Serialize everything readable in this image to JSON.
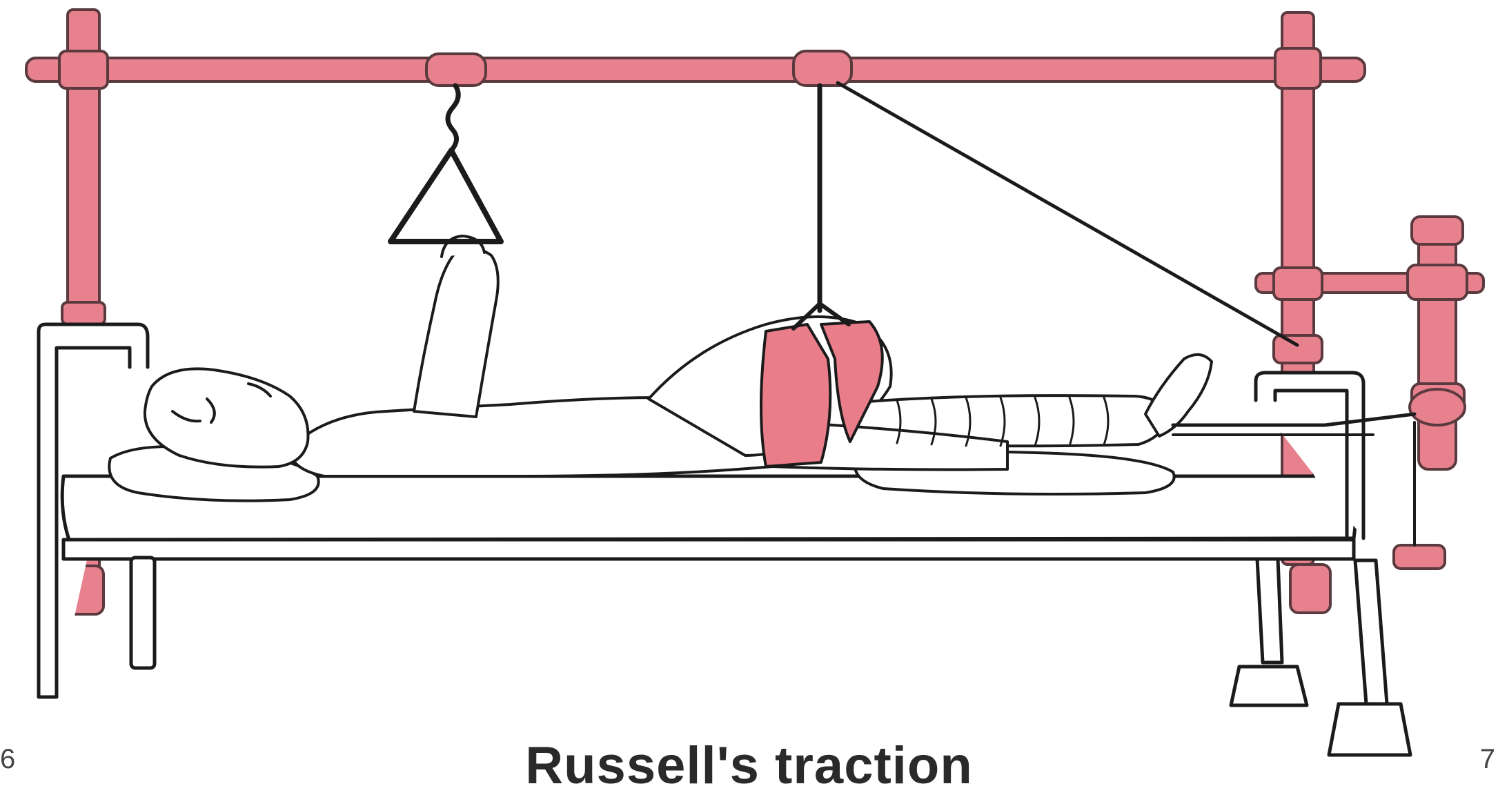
{
  "caption": "Russell's traction",
  "edge_marks": {
    "left": "6",
    "right": "7"
  },
  "colors": {
    "frame": "#e7818d",
    "frame_outline": "#5a3a3e",
    "sling": "#e97d89",
    "ink": "#1b1b1b",
    "background": "#ffffff"
  }
}
